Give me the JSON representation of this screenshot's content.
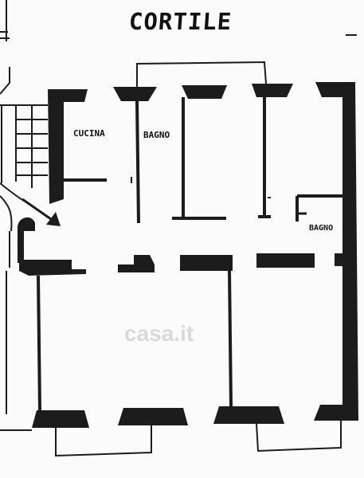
{
  "plan": {
    "title": "CORTILE",
    "rooms": {
      "kitchen": "CUCINA",
      "bath_1": "BAGNO",
      "bath_2": "BAGNO"
    },
    "watermark": "casa.it",
    "colors": {
      "ink": "#1c1c1c",
      "paper": "#fbfbfb",
      "watermark": "#bebebe"
    }
  }
}
